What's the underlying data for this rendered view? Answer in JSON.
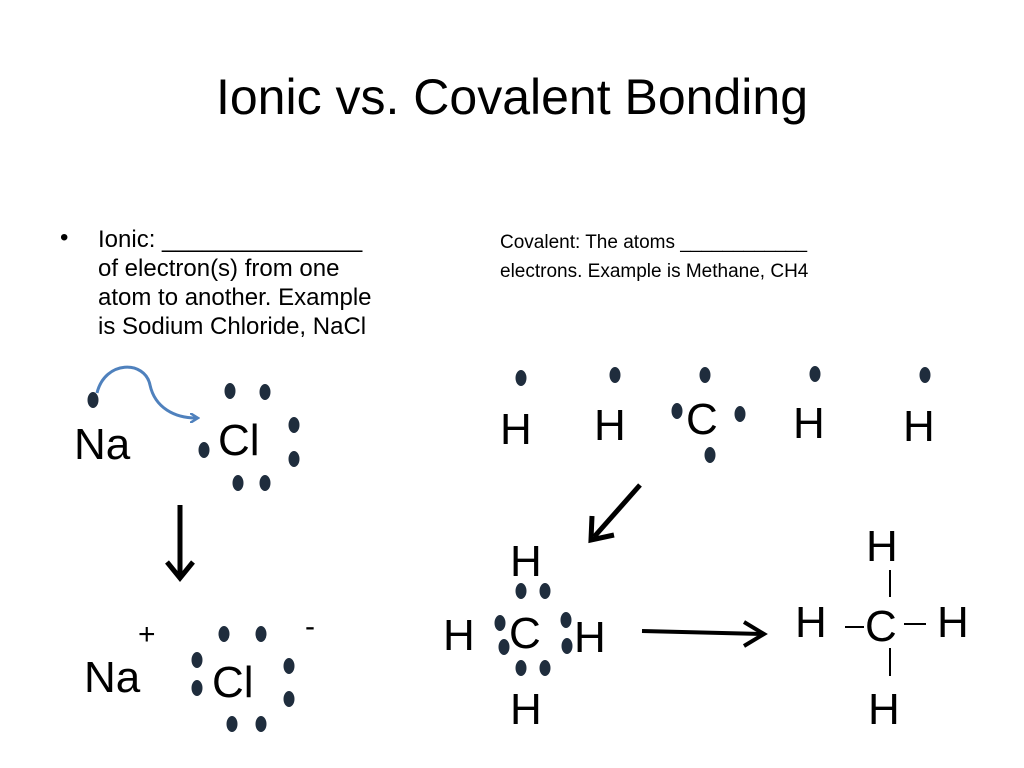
{
  "title": "Ionic vs. Covalent Bonding",
  "ionic": {
    "bullet": "•",
    "lines": [
      "Ionic: _______________",
      "of electron(s) from one",
      "atom to another. Example",
      "is Sodium Chloride, NaCl"
    ]
  },
  "covalent": {
    "lines": [
      "Covalent: The atoms ____________",
      "electrons. Example is Methane, CH4"
    ]
  },
  "atoms": {
    "na": "Na",
    "cl": "Cl",
    "h": "H",
    "c": "C"
  },
  "charges": {
    "positive": "+",
    "negative": "-"
  },
  "colors": {
    "electron": "#1f2d3d",
    "transfer_arrow": "#4f81bd"
  }
}
